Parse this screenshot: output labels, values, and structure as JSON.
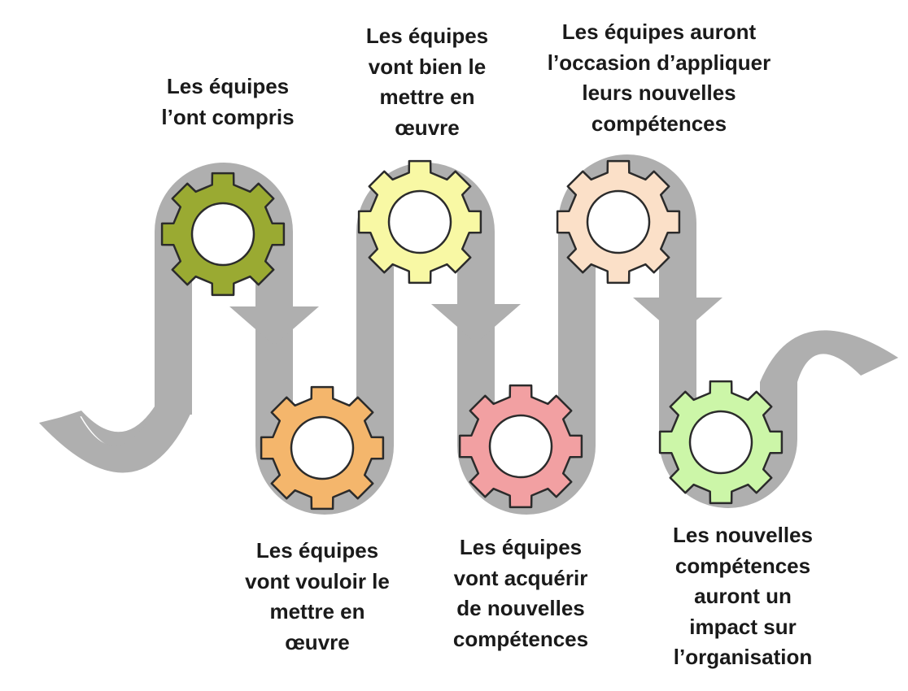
{
  "colors": {
    "path": "#afafaf",
    "gear_stroke": "#2b2b2b",
    "gear_hole": "#ffffff"
  },
  "steps": [
    {
      "label": "Les équipes\nl’ont compris",
      "gear_color": "#9aaa32",
      "position": "top"
    },
    {
      "label": "Les équipes\nvont bien le\nmettre en\nœuvre",
      "gear_color": "#f8f8a4",
      "position": "top"
    },
    {
      "label": "Les équipes auront\nl’occasion d’appliquer\nleurs nouvelles\ncompétences",
      "gear_color": "#fbe0c8",
      "position": "top"
    },
    {
      "label": "Les équipes\nvont vouloir le\nmettre en\nœuvre",
      "gear_color": "#f4b66c",
      "position": "bottom"
    },
    {
      "label": "Les équipes\nvont acquérir\nde nouvelles\ncompétences",
      "gear_color": "#f2a0a2",
      "position": "bottom"
    },
    {
      "label": "Les nouvelles\ncompétences\nauront un\nimpact sur\nl’organisation",
      "gear_color": "#ccf6a8",
      "position": "bottom"
    }
  ]
}
